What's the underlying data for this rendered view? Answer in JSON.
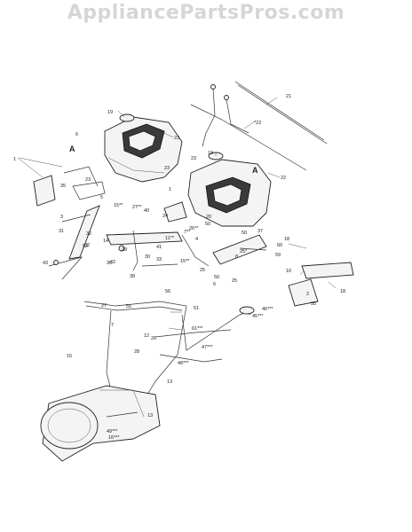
{
  "watermark": "AppliancePartsPros.com",
  "callouts": [
    {
      "id": "c1a",
      "text": "1"
    },
    {
      "id": "c1b",
      "text": "1"
    },
    {
      "id": "c2",
      "text": "2"
    },
    {
      "id": "c3",
      "text": "3"
    },
    {
      "id": "c4",
      "text": "4"
    },
    {
      "id": "c5",
      "text": "5"
    },
    {
      "id": "c6",
      "text": "6"
    },
    {
      "id": "c6b",
      "text": "6"
    },
    {
      "id": "c7",
      "text": "7"
    },
    {
      "id": "c7b",
      "text": "7**"
    },
    {
      "id": "c8",
      "text": "8"
    },
    {
      "id": "c10",
      "text": "10"
    },
    {
      "id": "c11",
      "text": "11**"
    },
    {
      "id": "c12",
      "text": "12"
    },
    {
      "id": "c13a",
      "text": "13"
    },
    {
      "id": "c13b",
      "text": "13"
    },
    {
      "id": "c14",
      "text": "14"
    },
    {
      "id": "c15a",
      "text": "15**"
    },
    {
      "id": "c15b",
      "text": "15"
    },
    {
      "id": "c15c",
      "text": "15**"
    },
    {
      "id": "c16",
      "text": "16***"
    },
    {
      "id": "c18a",
      "text": "18"
    },
    {
      "id": "c18b",
      "text": "18"
    },
    {
      "id": "c19",
      "text": "19"
    },
    {
      "id": "c19b",
      "text": "19"
    },
    {
      "id": "c20",
      "text": "20"
    },
    {
      "id": "c21",
      "text": "21"
    },
    {
      "id": "c22a",
      "text": "*22"
    },
    {
      "id": "c22b",
      "text": "22"
    },
    {
      "id": "c23a",
      "text": "23"
    },
    {
      "id": "c23b",
      "text": "23"
    },
    {
      "id": "c23c",
      "text": "23"
    },
    {
      "id": "c23d",
      "text": "23"
    },
    {
      "id": "c24",
      "text": "24"
    },
    {
      "id": "c25a",
      "text": "25"
    },
    {
      "id": "c25b",
      "text": "25"
    },
    {
      "id": "c25c",
      "text": "25*"
    },
    {
      "id": "c26a",
      "text": "26**"
    },
    {
      "id": "c26b",
      "text": "26"
    },
    {
      "id": "c27a",
      "text": "27**"
    },
    {
      "id": "c27b",
      "text": "27"
    },
    {
      "id": "c28",
      "text": "28"
    },
    {
      "id": "c29",
      "text": "29"
    },
    {
      "id": "c30",
      "text": "30"
    },
    {
      "id": "c31",
      "text": "31"
    },
    {
      "id": "c32a",
      "text": "32"
    },
    {
      "id": "c32b",
      "text": "32"
    },
    {
      "id": "c33",
      "text": "33"
    },
    {
      "id": "c35a",
      "text": "35"
    },
    {
      "id": "c35b",
      "text": "35"
    },
    {
      "id": "c36",
      "text": "36"
    },
    {
      "id": "c37",
      "text": "37"
    },
    {
      "id": "c38",
      "text": "38"
    },
    {
      "id": "c40",
      "text": "40"
    },
    {
      "id": "c41",
      "text": "41"
    },
    {
      "id": "c42",
      "text": "42"
    },
    {
      "id": "c43",
      "text": "43"
    },
    {
      "id": "c45",
      "text": "45***"
    },
    {
      "id": "c46",
      "text": "46***"
    },
    {
      "id": "c47",
      "text": "47***"
    },
    {
      "id": "c48",
      "text": "48***"
    },
    {
      "id": "c49",
      "text": "49***"
    },
    {
      "id": "c50a",
      "text": "50"
    },
    {
      "id": "c50b",
      "text": "50"
    },
    {
      "id": "c50c",
      "text": "50"
    },
    {
      "id": "c51",
      "text": "51"
    },
    {
      "id": "c52",
      "text": "52"
    },
    {
      "id": "c55",
      "text": "55"
    },
    {
      "id": "c56",
      "text": "56"
    },
    {
      "id": "c59",
      "text": "59"
    },
    {
      "id": "c60",
      "text": "60"
    },
    {
      "id": "c61",
      "text": "61***"
    },
    {
      "id": "cA1",
      "text": "A"
    },
    {
      "id": "cA2",
      "text": "A"
    }
  ]
}
